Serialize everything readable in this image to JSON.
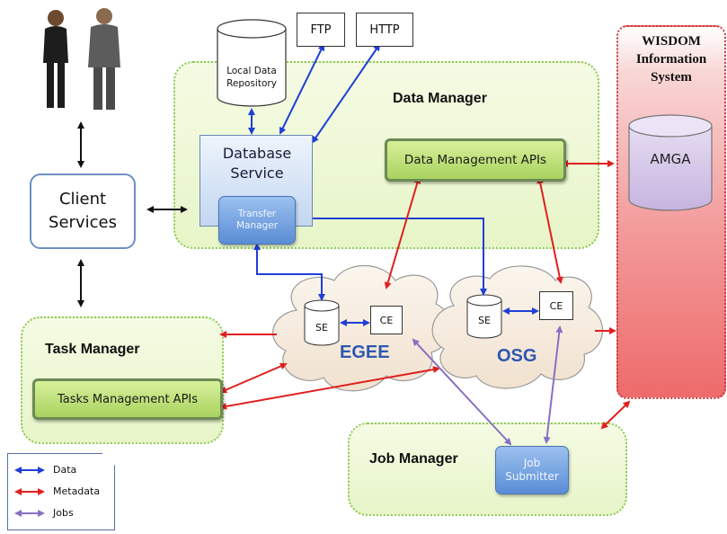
{
  "nodes": {
    "ftp": "FTP",
    "http": "HTTP",
    "local_data_repository": "Local Data Repository",
    "database_service": "Database Service",
    "transfer_manager": "Transfer Manager",
    "client_services": "Client Services",
    "data_management_apis": "Data Management APIs",
    "amga": "AMGA",
    "tasks_management_apis": "Tasks Management APIs",
    "job_submitter": "Job Submitter",
    "egee_se": "SE",
    "egee_ce": "CE",
    "osg_se": "SE",
    "osg_ce": "CE"
  },
  "grids": {
    "egee": "EGEE",
    "osg": "OSG"
  },
  "zones": {
    "data_manager": "Data Manager",
    "task_manager": "Task Manager",
    "job_manager": "Job Manager",
    "wisdom_line1": "WISDOM",
    "wisdom_line2": "Information",
    "wisdom_line3": "System"
  },
  "legend": [
    {
      "label": "Data",
      "color": "#1f3fd6"
    },
    {
      "label": "Metadata",
      "color": "#e0201e"
    },
    {
      "label": "Jobs",
      "color": "#8a6fc2"
    }
  ],
  "colors": {
    "data": "#1f3fd6",
    "metadata": "#e0201e",
    "jobs": "#8a6fc2"
  }
}
